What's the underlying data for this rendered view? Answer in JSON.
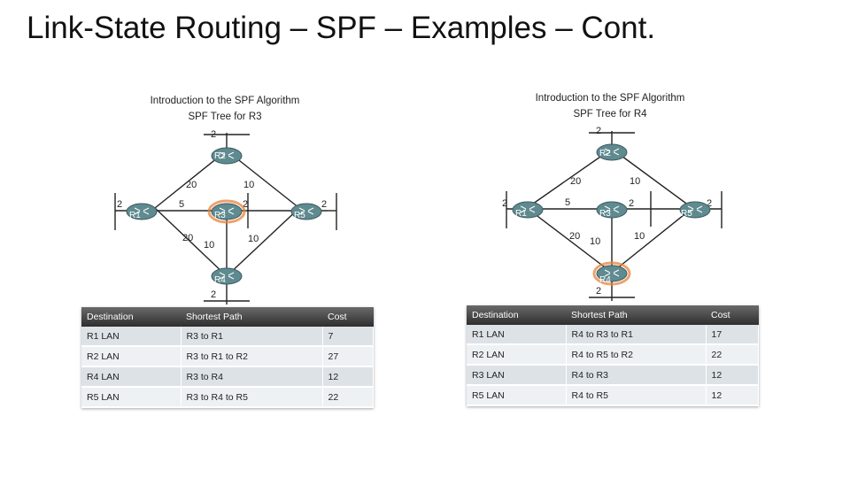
{
  "title": "Link-State Routing – SPF – Examples – Cont.",
  "panels": [
    {
      "heading": "Introduction to the SPF Algorithm",
      "subheading": "SPF Tree for R3",
      "highlight": "R3",
      "routers": [
        "R1",
        "R2",
        "R3",
        "R4",
        "R5"
      ],
      "costs": {
        "r2_lan": "2",
        "r1_r2": "20",
        "r2_r5": "10",
        "r1_lan": "2",
        "r1_r3": "5",
        "r3_lan": "2",
        "r5_lan": "2",
        "r1_r4": "20",
        "r3_r4": "10",
        "r5_r4": "10",
        "r4_lan": "2"
      },
      "table": {
        "headers": [
          "Destination",
          "Shortest Path",
          "Cost"
        ],
        "rows": [
          [
            "R1 LAN",
            "R3 to R1",
            "7"
          ],
          [
            "R2 LAN",
            "R3 to R1 to R2",
            "27"
          ],
          [
            "R4 LAN",
            "R3 to R4",
            "12"
          ],
          [
            "R5 LAN",
            "R3 to R4 to R5",
            "22"
          ]
        ]
      }
    },
    {
      "heading": "Introduction to the SPF Algorithm",
      "subheading": "SPF Tree for R4",
      "highlight": "R4",
      "routers": [
        "R1",
        "R2",
        "R3",
        "R4",
        "R5"
      ],
      "costs": {
        "r2_lan": "2",
        "r1_r2": "20",
        "r2_r5": "10",
        "r1_lan": "2",
        "r1_r3": "5",
        "r3_lan": "2",
        "r5_lan": "2",
        "r1_r4": "20",
        "r3_r4": "10",
        "r5_r4": "10",
        "r4_lan": "2"
      },
      "table": {
        "headers": [
          "Destination",
          "Shortest Path",
          "Cost"
        ],
        "rows": [
          [
            "R1 LAN",
            "R4 to R3 to R1",
            "17"
          ],
          [
            "R2 LAN",
            "R4 to R5 to R2",
            "22"
          ],
          [
            "R3 LAN",
            "R4 to R3",
            "12"
          ],
          [
            "R5 LAN",
            "R4 to R5",
            "12"
          ]
        ]
      }
    }
  ],
  "colors": {
    "router": "#5f8a90",
    "highlight": "#e8833a",
    "table_header": "#3a3a3a"
  }
}
